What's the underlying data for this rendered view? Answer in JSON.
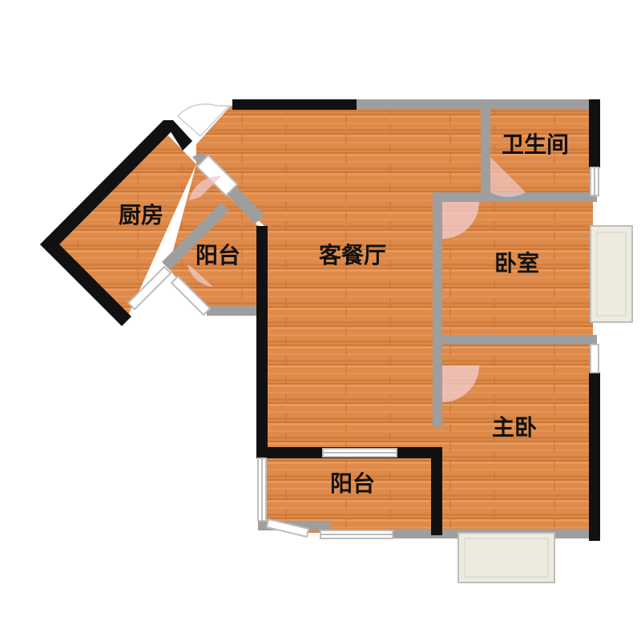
{
  "rooms": {
    "kitchen": {
      "label": "厨房"
    },
    "balcony_upper": {
      "label": "阳台"
    },
    "living_dining": {
      "label": "客餐厅"
    },
    "bathroom": {
      "label": "卫生间"
    },
    "bedroom": {
      "label": "卧室"
    },
    "master_bedroom": {
      "label": "主卧"
    },
    "balcony_lower": {
      "label": "阳台"
    }
  },
  "colors": {
    "floor_base": "#DE8A4A",
    "floor_stripe_light": "#E89A5C",
    "floor_stripe_dark": "#CC7636",
    "wall_exterior": "#111111",
    "wall_interior": "#9E9E9E",
    "window_frame": "#BDBDBD",
    "door_swing": "#F0C9C9",
    "bay_fill": "#EDEBDD"
  }
}
